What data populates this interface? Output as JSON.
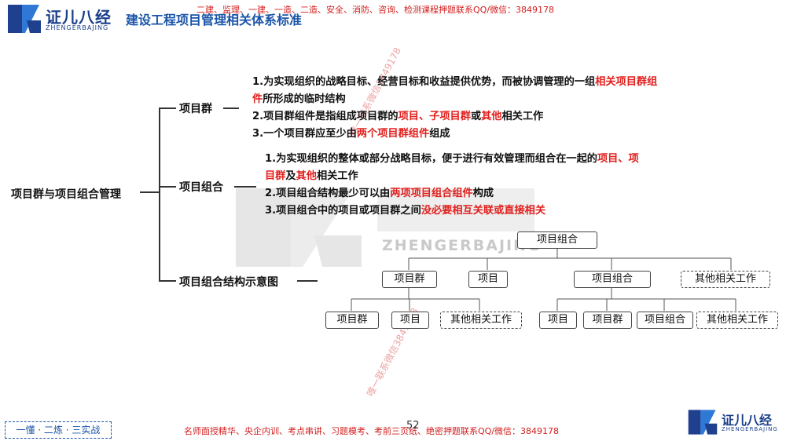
{
  "header": {
    "logo_cn": "证儿八经",
    "logo_en": "ZHENGERBAJING",
    "banner": "二建、监理、一建、一造、二造、安全、消防、咨询、检测课程押题联系QQ/微信：3849178",
    "title": "建设工程项目管理相关体系标准"
  },
  "watermark": {
    "brand_en": "ZHENGERBAJING",
    "diagonal_1": "唯一联系微信3849178",
    "diagonal_2": "唯一联系微信3849178"
  },
  "mindmap": {
    "root": "项目群与项目组合管理",
    "branch1": {
      "label": "项目群",
      "line1_a": "1.为实现组织的战略目标、经营目标和收益提供优势，而被协调管理的一组",
      "line1_hl": "相关项目群组",
      "line1b_hl": "件",
      "line1b_rest": "所形成的临时结构",
      "line2_a": "2.项目群组件是指组成项目群的",
      "line2_hl1": "项目、子项目群",
      "line2_b": "或",
      "line2_hl2": "其他",
      "line2_c": "相关工作",
      "line3_a": "3.一个项目群应至少由",
      "line3_hl": "两个项目群组件",
      "line3_b": "组成"
    },
    "branch2": {
      "label": "项目组合",
      "line1_a": "1.为实现组织的整体或部分战略目标，便于进行有效管理而组合在一起的",
      "line1_hl": "项目、项",
      "line1b_hl1": "目群",
      "line1b_b": "及",
      "line1b_hl2": "其他",
      "line1b_c": "相关工作",
      "line2_a": "2.项目组合结构最少可以由",
      "line2_hl": "两项项目组合组件",
      "line2_b": "构成",
      "line3_a": "3.项目组合中的项目或项目群之间",
      "line3_hl": "没必要相互关联或直接相关"
    },
    "branch3": {
      "label": "项目组合结构示意图"
    }
  },
  "structure_diagram": {
    "root": "项目组合",
    "level1": [
      "项目群",
      "项目",
      "项目组合",
      "其他相关工作"
    ],
    "level2_left": [
      "项目群",
      "项目",
      "其他相关工作"
    ],
    "level2_right": [
      "项目",
      "项目群",
      "项目组合",
      "其他相关工作"
    ]
  },
  "footer": {
    "slogan": "一懂 · 二炼 · 三实战",
    "center": "名师面授精华、央企内训、考点串讲、习题模考、考前三页纸、绝密押题联系QQ/微信：3849178",
    "page_number": "52",
    "logo_cn": "证儿八经",
    "logo_en": "ZHENGERBAJING"
  },
  "colors": {
    "brand_blue": "#1a3f8a",
    "title_blue": "#1a55a8",
    "highlight_red": "#e0201e"
  }
}
